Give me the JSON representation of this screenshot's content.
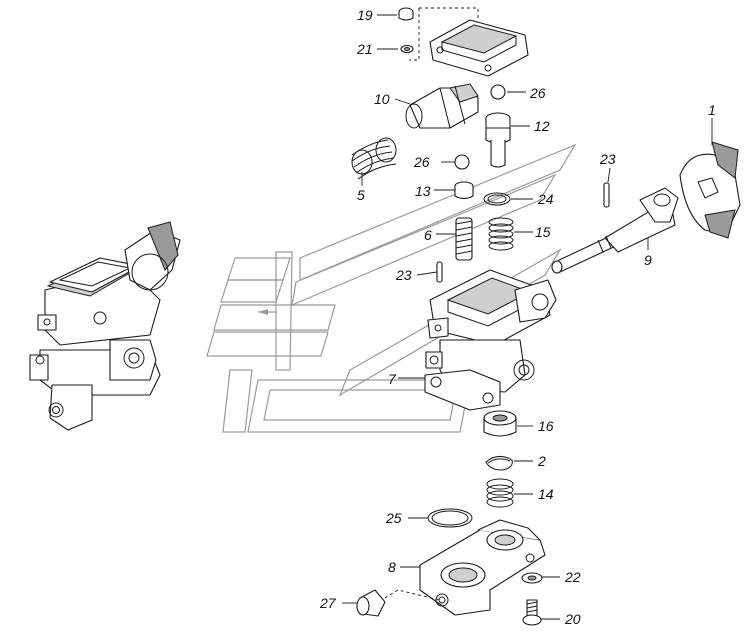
{
  "callouts": [
    {
      "id": "c19",
      "text": "19"
    },
    {
      "id": "c21",
      "text": "21"
    },
    {
      "id": "c10",
      "text": "10"
    },
    {
      "id": "c26a",
      "text": "26"
    },
    {
      "id": "c12",
      "text": "12"
    },
    {
      "id": "c1",
      "text": "1"
    },
    {
      "id": "c5",
      "text": "5"
    },
    {
      "id": "c26b",
      "text": "26"
    },
    {
      "id": "c23a",
      "text": "23"
    },
    {
      "id": "c13",
      "text": "13"
    },
    {
      "id": "c24",
      "text": "24"
    },
    {
      "id": "c6",
      "text": "6"
    },
    {
      "id": "c15",
      "text": "15"
    },
    {
      "id": "c9",
      "text": "9"
    },
    {
      "id": "c23b",
      "text": "23"
    },
    {
      "id": "c7",
      "text": "7"
    },
    {
      "id": "c16",
      "text": "16"
    },
    {
      "id": "c2",
      "text": "2"
    },
    {
      "id": "c14",
      "text": "14"
    },
    {
      "id": "c25",
      "text": "25"
    },
    {
      "id": "c8",
      "text": "8"
    },
    {
      "id": "c22",
      "text": "22"
    },
    {
      "id": "c27",
      "text": "27"
    },
    {
      "id": "c20",
      "text": "20"
    }
  ],
  "colors": {
    "line": "#1a1a1a",
    "shade": "#cfcfcf",
    "watermark": "#9a9a9a"
  }
}
